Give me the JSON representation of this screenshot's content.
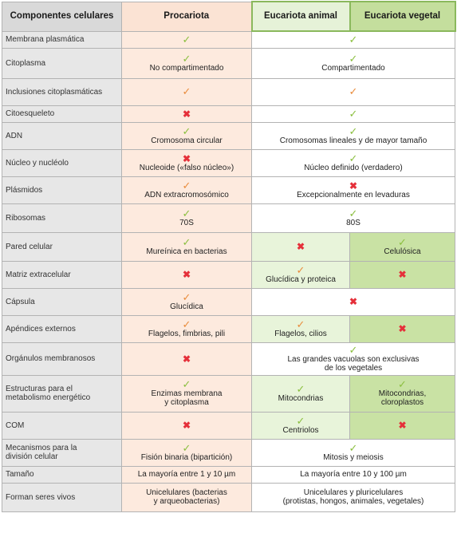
{
  "colors": {
    "check_green": "#8bbf3f",
    "check_orange": "#e98c3c",
    "cross_red": "#e5303a",
    "procariota_bg": "#fdeade",
    "animal_bg": "#e8f4da",
    "vegetal_bg": "#c9e2a4"
  },
  "headers": {
    "componentes": "Componentes celulares",
    "procariota": "Procariota",
    "animal": "Eucariota animal",
    "vegetal": "Eucariota vegetal"
  },
  "rows": [
    {
      "label": "Membrana plasmática",
      "pro": {
        "icon": "check-green-icon",
        "text": ""
      },
      "euk": {
        "icon": "check-green-icon",
        "text": ""
      }
    },
    {
      "label": "Citoplasma",
      "pro": {
        "icon": "check-green-icon",
        "text": "No compartimentado"
      },
      "euk": {
        "icon": "check-green-icon",
        "text": "Compartimentado"
      }
    },
    {
      "label": "Inclusiones citoplasmáticas",
      "pro": {
        "icon": "check-orange-icon",
        "text": ""
      },
      "euk": {
        "icon": "check-orange-icon",
        "text": ""
      }
    },
    {
      "label": "Citoesqueleto",
      "pro": {
        "icon": "cross-icon",
        "text": ""
      },
      "euk": {
        "icon": "check-green-icon",
        "text": ""
      }
    },
    {
      "label": "ADN",
      "pro": {
        "icon": "check-green-icon",
        "text": "Cromosoma circular"
      },
      "euk": {
        "icon": "check-green-icon",
        "text": "Cromosomas lineales y de mayor tamaño"
      }
    },
    {
      "label": "Núcleo y nucléolo",
      "pro": {
        "icon": "cross-icon",
        "text": "Nucleoide («falso núcleo»)"
      },
      "euk": {
        "icon": "check-green-icon",
        "text": "Núcleo definido (verdadero)"
      }
    },
    {
      "label": "Plásmidos",
      "pro": {
        "icon": "check-orange-icon",
        "text": "ADN extracromosómico"
      },
      "euk": {
        "icon": "cross-icon",
        "text": "Excepcionalmente en levaduras"
      }
    },
    {
      "label": "Ribosomas",
      "pro": {
        "icon": "check-green-icon",
        "text": "70S"
      },
      "euk": {
        "icon": "check-green-icon",
        "text": "80S"
      }
    },
    {
      "label": "Pared celular",
      "pro": {
        "icon": "check-green-icon",
        "text": "Mureínica en bacterias"
      },
      "an": {
        "icon": "cross-icon",
        "text": ""
      },
      "veg": {
        "icon": "check-green-icon",
        "text": "Celulósica"
      }
    },
    {
      "label": "Matriz extracelular",
      "pro": {
        "icon": "cross-icon",
        "text": ""
      },
      "an": {
        "icon": "check-orange-icon",
        "text": "Glucídica y proteica"
      },
      "veg": {
        "icon": "cross-icon",
        "text": ""
      }
    },
    {
      "label": "Cápsula",
      "pro": {
        "icon": "check-orange-icon",
        "text": "Glucídica"
      },
      "euk": {
        "icon": "cross-icon",
        "text": ""
      }
    },
    {
      "label": "Apéndices externos",
      "pro": {
        "icon": "check-orange-icon",
        "text": "Flagelos, fimbrias, pili"
      },
      "an": {
        "icon": "check-orange-icon",
        "text": "Flagelos, cilios"
      },
      "veg": {
        "icon": "cross-icon",
        "text": ""
      }
    },
    {
      "label": "Orgánulos membranosos",
      "pro": {
        "icon": "cross-icon",
        "text": ""
      },
      "euk": {
        "icon": "check-green-icon",
        "text": "Las grandes vacuolas son exclusivas",
        "text2": "de los vegetales"
      }
    },
    {
      "label": "Estructuras para el",
      "label2": "metabolismo energético",
      "pro": {
        "icon": "check-green-icon",
        "text": "Enzimas membrana",
        "text2": "y citoplasma"
      },
      "an": {
        "icon": "check-green-icon",
        "text": "Mitocondrias"
      },
      "veg": {
        "icon": "check-green-icon",
        "text": "Mitocondrias,",
        "text2": "cloroplastos"
      }
    },
    {
      "label": "COM",
      "pro": {
        "icon": "cross-icon",
        "text": ""
      },
      "an": {
        "icon": "check-green-icon",
        "text": "Centriolos"
      },
      "veg": {
        "icon": "cross-icon",
        "text": ""
      }
    },
    {
      "label": "Mecanismos para la",
      "label2": "división celular",
      "pro": {
        "icon": "check-green-icon",
        "text": "Fisión binaria (bipartición)"
      },
      "euk": {
        "icon": "check-green-icon",
        "text": "Mitosis y meiosis"
      }
    },
    {
      "label": "Tamaño",
      "pro": {
        "icon": "",
        "text": "La mayoría entre 1 y 10 µm"
      },
      "euk": {
        "icon": "",
        "text": "La mayoría entre 10 y 100 µm"
      }
    },
    {
      "label": "Forman seres vivos",
      "pro": {
        "icon": "",
        "text": "Unicelulares (bacterias",
        "text2": "y arqueobacterias)"
      },
      "euk": {
        "icon": "",
        "text": "Unicelulares y pluricelulares",
        "text2": "(protistas, hongos, animales, vegetales)"
      }
    }
  ]
}
